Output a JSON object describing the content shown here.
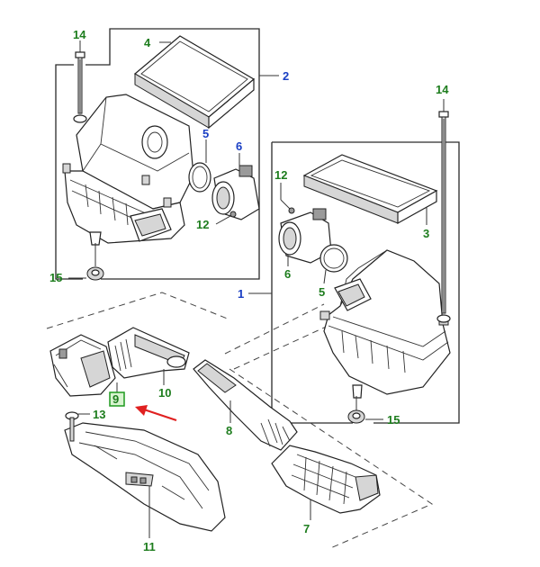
{
  "colors": {
    "green_label": "#1e7d1e",
    "blue_label": "#1a3fc4",
    "highlight_border": "#1e9a1e",
    "arrow": "#e02020",
    "line": "#2a2a2a"
  },
  "labels": {
    "c14_left": "14",
    "c4": "4",
    "c2": "2",
    "c5_upper": "5",
    "c6_upper": "6",
    "c12_upper": "12",
    "c15_left": "15",
    "c14_right": "14",
    "c12_right": "12",
    "c3": "3",
    "c6_right": "6",
    "c5_right": "5",
    "c1": "1",
    "c15_right": "15",
    "c10": "10",
    "c9": "9",
    "c13": "13",
    "c8": "8",
    "c7": "7",
    "c11": "11"
  }
}
